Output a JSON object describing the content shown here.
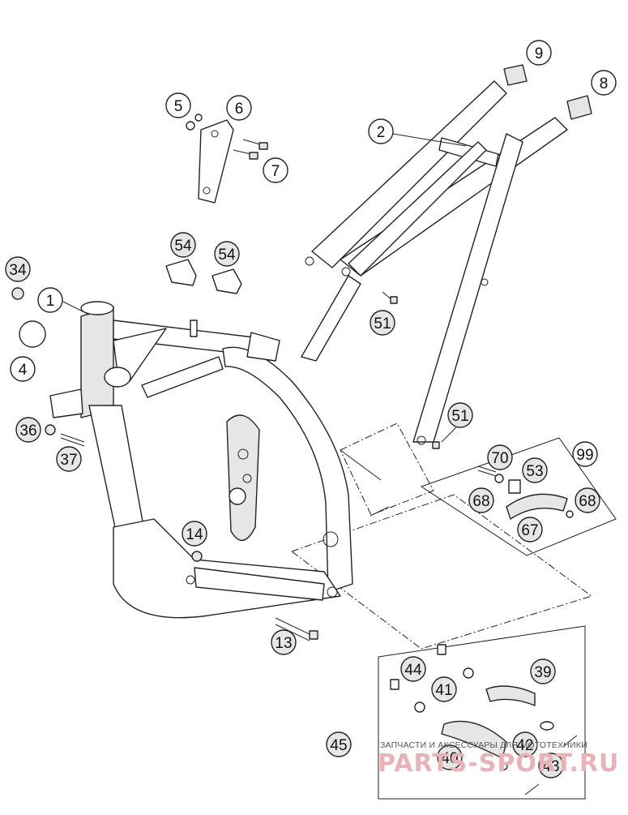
{
  "callouts": [
    {
      "id": "c1",
      "label": "1"
    },
    {
      "id": "c2",
      "label": "2"
    },
    {
      "id": "c4",
      "label": "4"
    },
    {
      "id": "c5",
      "label": "5"
    },
    {
      "id": "c6",
      "label": "6"
    },
    {
      "id": "c7",
      "label": "7"
    },
    {
      "id": "c8",
      "label": "8"
    },
    {
      "id": "c9",
      "label": "9"
    },
    {
      "id": "c13",
      "label": "13"
    },
    {
      "id": "c14",
      "label": "14"
    },
    {
      "id": "c34",
      "label": "34"
    },
    {
      "id": "c36",
      "label": "36"
    },
    {
      "id": "c37",
      "label": "37"
    },
    {
      "id": "c39",
      "label": "39"
    },
    {
      "id": "c40",
      "label": "40"
    },
    {
      "id": "c41",
      "label": "41"
    },
    {
      "id": "c42",
      "label": "42"
    },
    {
      "id": "c43",
      "label": "43"
    },
    {
      "id": "c44",
      "label": "44"
    },
    {
      "id": "c45",
      "label": "45"
    },
    {
      "id": "c51a",
      "label": "51"
    },
    {
      "id": "c51b",
      "label": "51"
    },
    {
      "id": "c53",
      "label": "53"
    },
    {
      "id": "c54a",
      "label": "54"
    },
    {
      "id": "c54b",
      "label": "54"
    },
    {
      "id": "c67",
      "label": "67"
    },
    {
      "id": "c68a",
      "label": "68"
    },
    {
      "id": "c68b",
      "label": "68"
    },
    {
      "id": "c70",
      "label": "70"
    },
    {
      "id": "c99",
      "label": "99"
    }
  ],
  "watermark": {
    "caption": "ЗАПЧАСТИ И АКСЕССУАРЫ ДЛЯ МОТОТЕХНИКИ",
    "logo": "PARTS-SPORT.RU"
  }
}
